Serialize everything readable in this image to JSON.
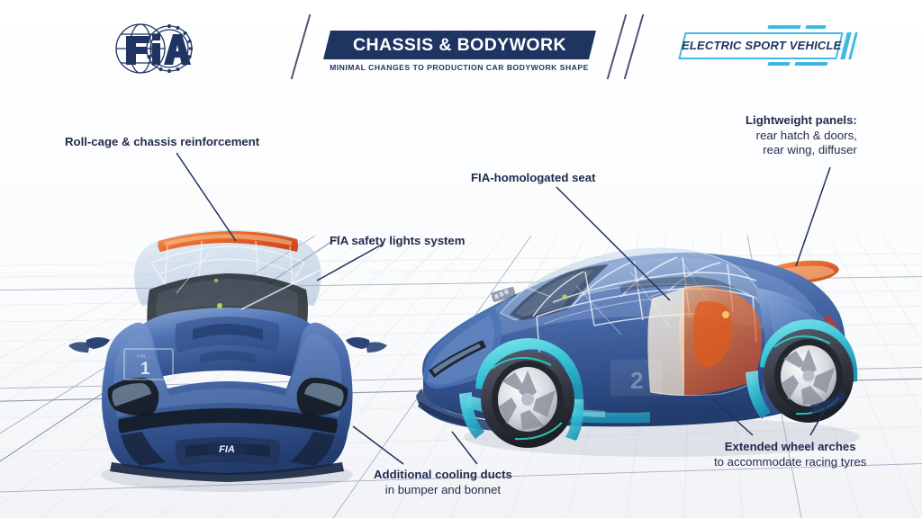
{
  "header": {
    "logo_alt": "FIA",
    "logo_text": "FiA",
    "title": "CHASSIS & BODYWORK",
    "subtitle": "MINIMAL CHANGES TO PRODUCTION CAR BODYWORK SHAPE",
    "badge": "ELECTRIC SPORT VEHICLE"
  },
  "colors": {
    "navy": "#1f3461",
    "text_navy": "#1f2a4d",
    "cyan": "#3fb8e4",
    "body_blue": "#3f5f9e",
    "highlight_orange": "#e8622a",
    "background": "#fbfbfc",
    "grid": "#d8dbe3"
  },
  "callouts": [
    {
      "id": "roll-cage",
      "head": "Roll-cage & chassis reinforcement",
      "sub": ""
    },
    {
      "id": "safety-lights",
      "head": "FIA safety lights system",
      "sub": ""
    },
    {
      "id": "homologated-seat",
      "head": "FIA-homologated seat",
      "sub": ""
    },
    {
      "id": "lightweight-panels",
      "head": "Lightweight panels:",
      "sub": "rear hatch & doors,",
      "sub2": "rear wing, diffuser"
    },
    {
      "id": "wheel-arches",
      "head": "Extended wheel arches",
      "sub": "to accommodate racing tyres"
    },
    {
      "id": "cooling-ducts",
      "head": "Additional cooling ducts",
      "sub": "in bumper and bonnet"
    }
  ],
  "vehicles": {
    "front_car": {
      "name": "front-view-race-car",
      "number_plate": "1",
      "badge": "FIA",
      "roof_strip_color": "#e8622a",
      "body_color": "#3f5f9e"
    },
    "rear_car": {
      "name": "three-quarter-view-race-car",
      "door_number": "2",
      "body_color": "#3f5f9e",
      "wheel_arch_color": "#3fd0d8",
      "panel_color": "#e8622a"
    }
  }
}
